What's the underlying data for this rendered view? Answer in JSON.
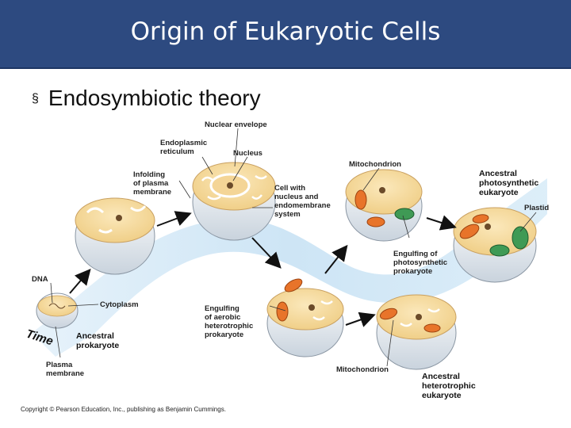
{
  "slide": {
    "title": "Origin of Eukaryotic Cells",
    "bullet_mark": "§",
    "bullet": "Endosymbiotic theory"
  },
  "diagram": {
    "labels": {
      "nuclear_envelope": "Nuclear envelope",
      "endoplasmic_1": "Endoplasmic",
      "endoplasmic_2": "reticulum",
      "nucleus": "Nucleus",
      "infolding_1": "Infolding",
      "infolding_2": "of plasma",
      "infolding_3": "membrane",
      "cell_with_1": "Cell with",
      "cell_with_2": "nucleus and",
      "cell_with_3": "endomembrane",
      "cell_with_4": "system",
      "mitochondrion_top": "Mitochondrion",
      "ancestral_photo_1": "Ancestral",
      "ancestral_photo_2": "photosynthetic",
      "ancestral_photo_3": "eukaryote",
      "plastid": "Plastid",
      "dna": "DNA",
      "cytoplasm": "Cytoplasm",
      "engulf_photo_1": "Engulfing of",
      "engulf_photo_2": "photosynthetic",
      "engulf_photo_3": "prokaryote",
      "engulf_aero_1": "Engulfing",
      "engulf_aero_2": "of aerobic",
      "engulf_aero_3": "heterotrophic",
      "engulf_aero_4": "prokaryote",
      "time": "Time",
      "ancestral_pro_1": "Ancestral",
      "ancestral_pro_2": "prokaryote",
      "plasma_1": "Plasma",
      "plasma_2": "membrane",
      "mitochondrion_bottom": "Mitochondrion",
      "ancestral_het_1": "Ancestral",
      "ancestral_het_2": "heterotrophic",
      "ancestral_het_3": "eukaryote",
      "copyright": "Copyright © Pearson Education, Inc., publishing as Benjamin Cummings."
    },
    "colors": {
      "cytoplasm": "#f7dc9e",
      "membrane_shell": "#e9eef3",
      "mitochondrion": "#e8742a",
      "plastid": "#3f9a55",
      "ribbon": "#cfe6f6"
    }
  }
}
